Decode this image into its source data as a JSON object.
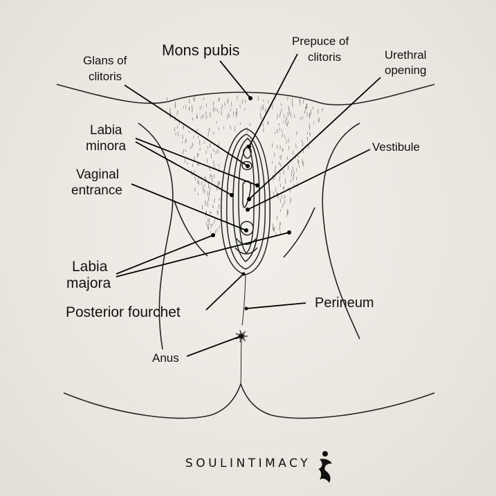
{
  "labels": {
    "mons_pubis": "Mons pubis",
    "glans_line1": "Glans of",
    "glans_line2": "clitoris",
    "prepuce_line1": "Prepuce of",
    "prepuce_line2": "clitoris",
    "urethral_line1": "Urethral",
    "urethral_line2": "opening",
    "labia_minora_line1": "Labia",
    "labia_minora_line2": "minora",
    "vestibule": "Vestibule",
    "vaginal_line1": "Vaginal",
    "vaginal_line2": "entrance",
    "labia_majora_line1": "Labia",
    "labia_majora_line2": "majora",
    "posterior_fourchet": "Posterior fourchet",
    "perineum": "Perineum",
    "anus": "Anus"
  },
  "brand": {
    "name": "SOULINTIMACY",
    "logo_icon": "dancing-figure-icon"
  },
  "colors": {
    "background": "#ece7e2",
    "ink": "#111111"
  }
}
